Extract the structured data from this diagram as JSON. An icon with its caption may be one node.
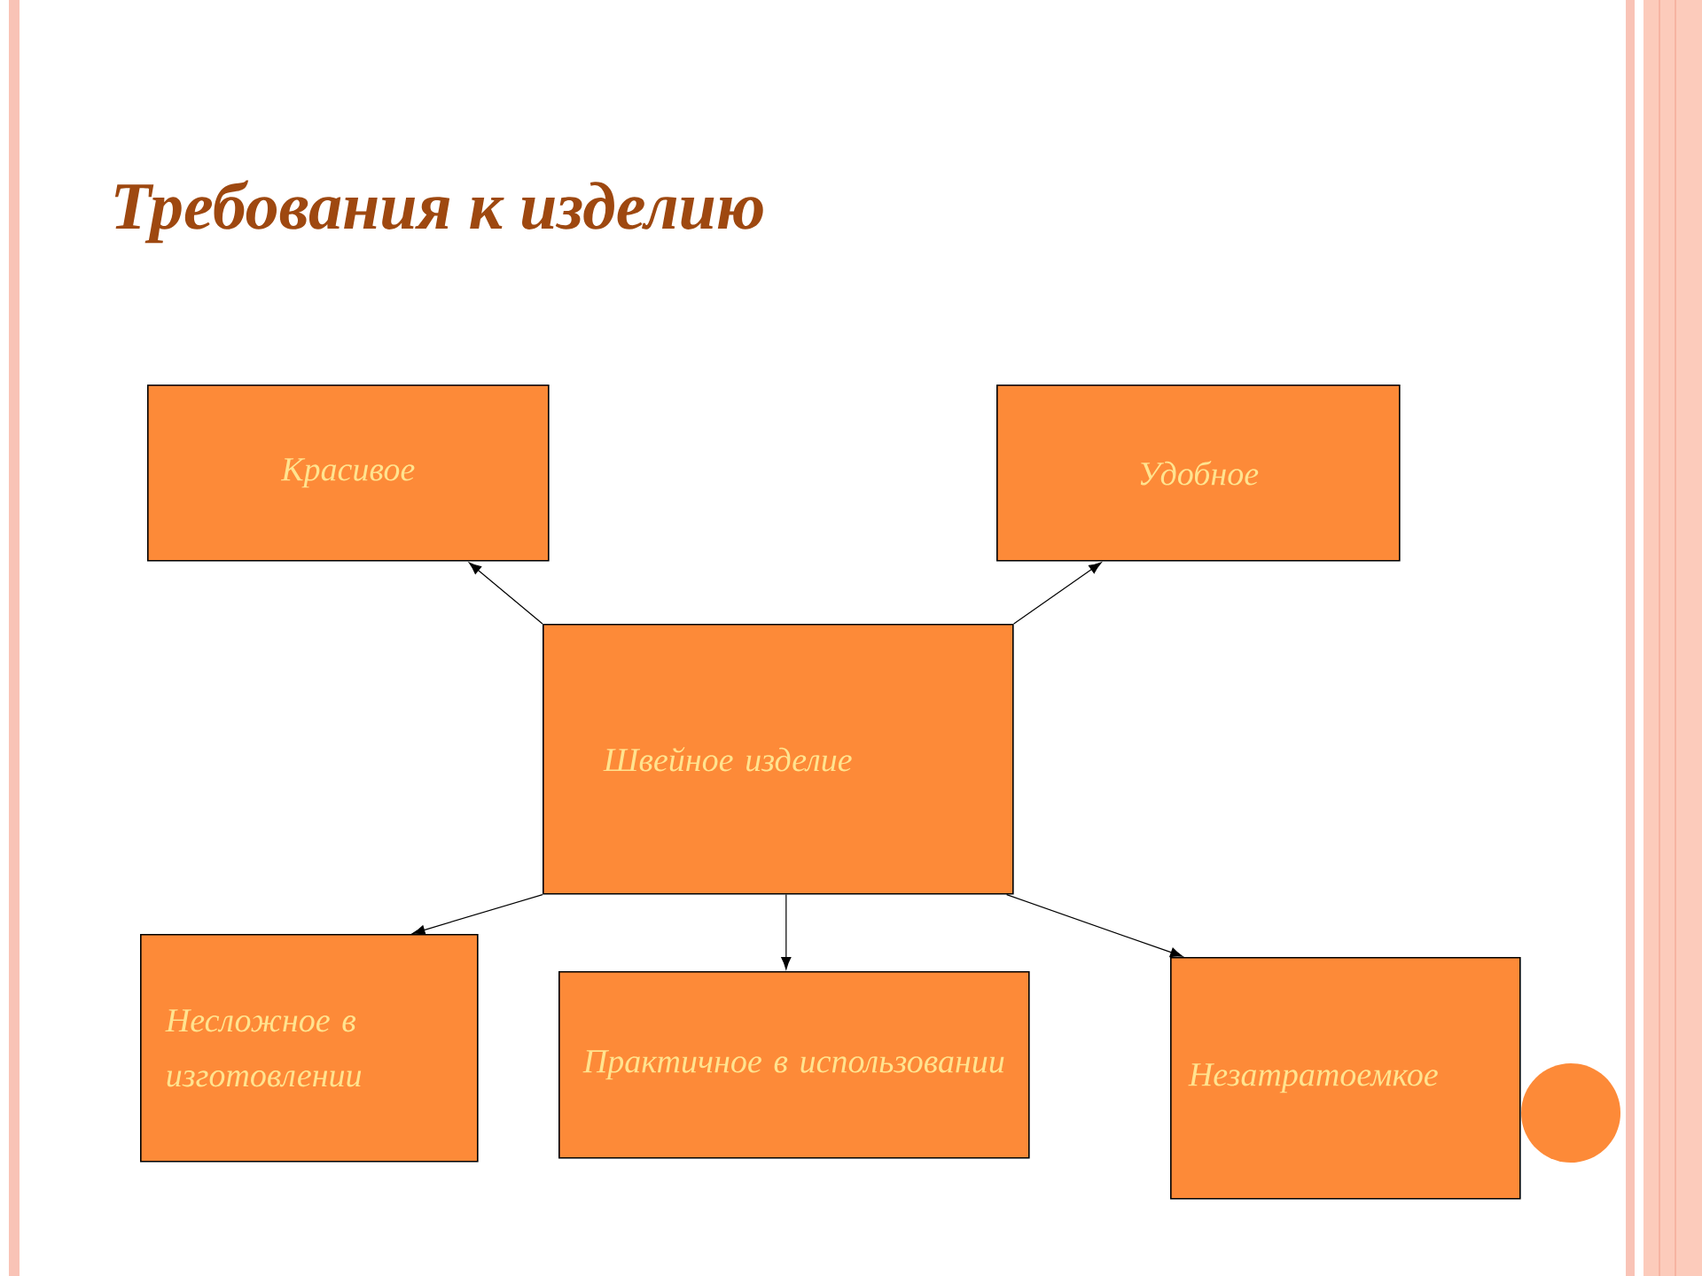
{
  "diagram": {
    "title": "Требования к изделию",
    "nodes": [
      {
        "text": [
          "Красивое"
        ]
      },
      {
        "text": [
          "Удобное"
        ]
      },
      {
        "text": [
          "Швейное изделие"
        ]
      },
      {
        "text": [
          "Несложное в изготовлении"
        ]
      },
      {
        "text": [
          "Практичное в использовании"
        ]
      },
      {
        "text": [
          "Незатратоемкое"
        ]
      }
    ],
    "edges": [
      {
        "from": 2,
        "to": 0,
        "arrow": "to"
      },
      {
        "from": 2,
        "to": 1,
        "arrow": "to"
      },
      {
        "from": 2,
        "to": 3,
        "arrow": "to"
      },
      {
        "from": 2,
        "to": 4,
        "arrow": "to"
      },
      {
        "from": 2,
        "to": 5,
        "arrow": "to"
      }
    ]
  }
}
